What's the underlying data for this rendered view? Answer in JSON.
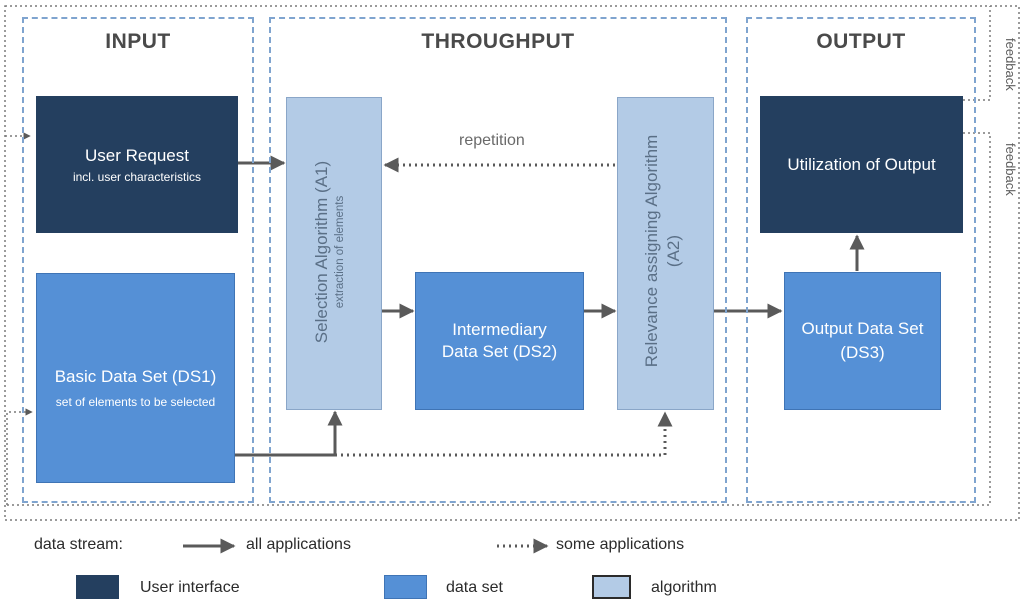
{
  "zones": {
    "input": "INPUT",
    "throughput": "THROUGHPUT",
    "output": "OUTPUT"
  },
  "boxes": {
    "user_request": {
      "title": "User Request",
      "subtitle": "incl. user characteristics"
    },
    "basic_data_set": {
      "title": "Basic Data Set (DS1)",
      "subtitle": "set of elements to be selected"
    },
    "selection_algorithm": {
      "title": "Selection Algorithm (A1)",
      "subtitle": "extraction of elements"
    },
    "intermediary_data_set": {
      "line1": "Intermediary",
      "line2": "Data Set (DS2)"
    },
    "relevance_algorithm": {
      "line1": "Relevance assigning Algorithm",
      "line2": "(A2)"
    },
    "utilization": {
      "title": "Utilization of Output"
    },
    "output_data_set": {
      "line1": "Output  Data Set",
      "line2": "(DS3)"
    }
  },
  "labels": {
    "repetition": "repetition",
    "feedback_top": "feedback",
    "feedback_right": "feedback"
  },
  "legend": {
    "data_stream": "data stream:",
    "all_applications": "all applications",
    "some_applications": "some applications",
    "user_interface": "User interface",
    "data_set": "data set",
    "algorithm": "algorithm"
  },
  "colors": {
    "user_interface": "#243f5f",
    "data_set": "#5590d6",
    "algorithm": "#b3cbe6",
    "zone_border": "#7fa4cf",
    "arrow": "#5a5a5a"
  }
}
